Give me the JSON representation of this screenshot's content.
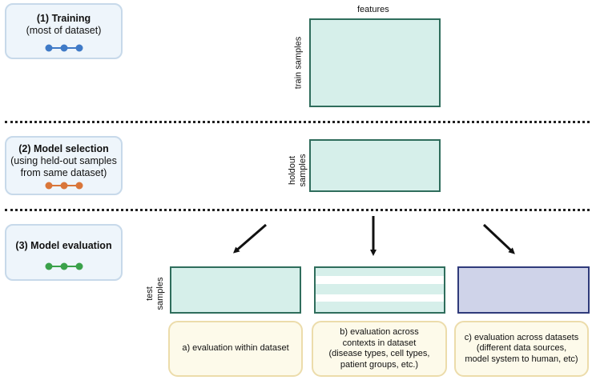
{
  "stages": [
    {
      "title": "(1) Training",
      "subtitle": [
        "(most of dataset)"
      ],
      "dot_color": "#3f7ac7"
    },
    {
      "title": "(2) Model selection",
      "subtitle": [
        "(using held-out samples",
        "from same dataset)"
      ],
      "dot_color": "#d9763a"
    },
    {
      "title": "(3) Model evaluation",
      "subtitle": [],
      "dot_color": "#3aa14a"
    }
  ],
  "labels": {
    "features": "features",
    "train_samples": "train samples",
    "holdout_1": "holdout",
    "holdout_2": "samples",
    "test_1": "test",
    "test_2": "samples"
  },
  "colors": {
    "matrix_fill": "#d6efea",
    "matrix_border": "#2f6d5c",
    "purple_fill": "#cfd3e9",
    "purple_border": "#2f3a7a",
    "eval_fill": "#fdfaea",
    "eval_border": "#ecdcab"
  },
  "evaluations": [
    {
      "lines": [
        "a) evaluation within dataset"
      ]
    },
    {
      "lines": [
        "b) evaluation across",
        "contexts in dataset",
        "(disease types, cell types,",
        "patient groups, etc.)"
      ]
    },
    {
      "lines": [
        "c) evaluation across datasets",
        "(different data sources,",
        "model system to human, etc)"
      ]
    }
  ]
}
